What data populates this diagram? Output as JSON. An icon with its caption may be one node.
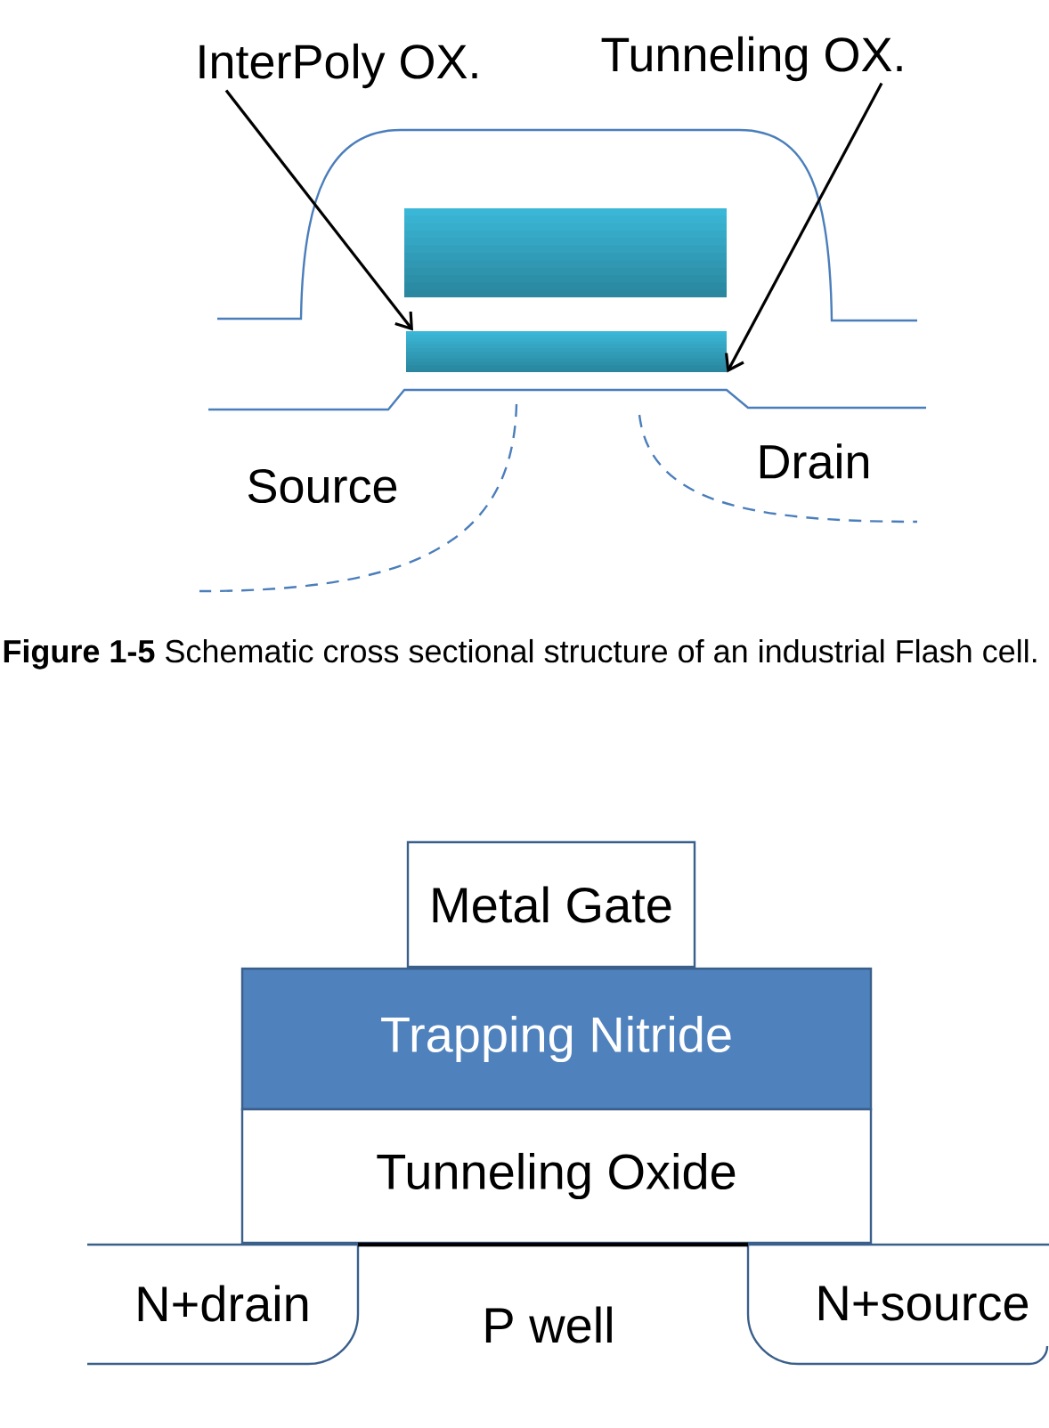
{
  "diagram": {
    "caption": "**Figure 1-5** Schematic cross sectional structure of an industrial Flash cell.",
    "nodes": [
      {
        "text": [
          "InterPoly OX."
        ]
      },
      {
        "text": [
          "Tunneling OX."
        ]
      },
      {
        "text": [],
        "shape": "bar"
      },
      {
        "text": [],
        "shape": "bar"
      },
      {
        "text": [
          "Metal Gate"
        ]
      },
      {
        "text": [
          "Trapping Nitride"
        ]
      },
      {
        "text": [
          "Tunneling Oxide"
        ]
      },
      {
        "text": [
          "N+drain"
        ]
      },
      {
        "text": [
          "N+source"
        ]
      }
    ],
    "edges": [
      {
        "from": 0,
        "to": 3,
        "arrow": "to"
      },
      {
        "from": 1,
        "to": 3,
        "arrow": "to"
      }
    ],
    "labels": [
      "Source",
      "Drain",
      "P well"
    ]
  }
}
